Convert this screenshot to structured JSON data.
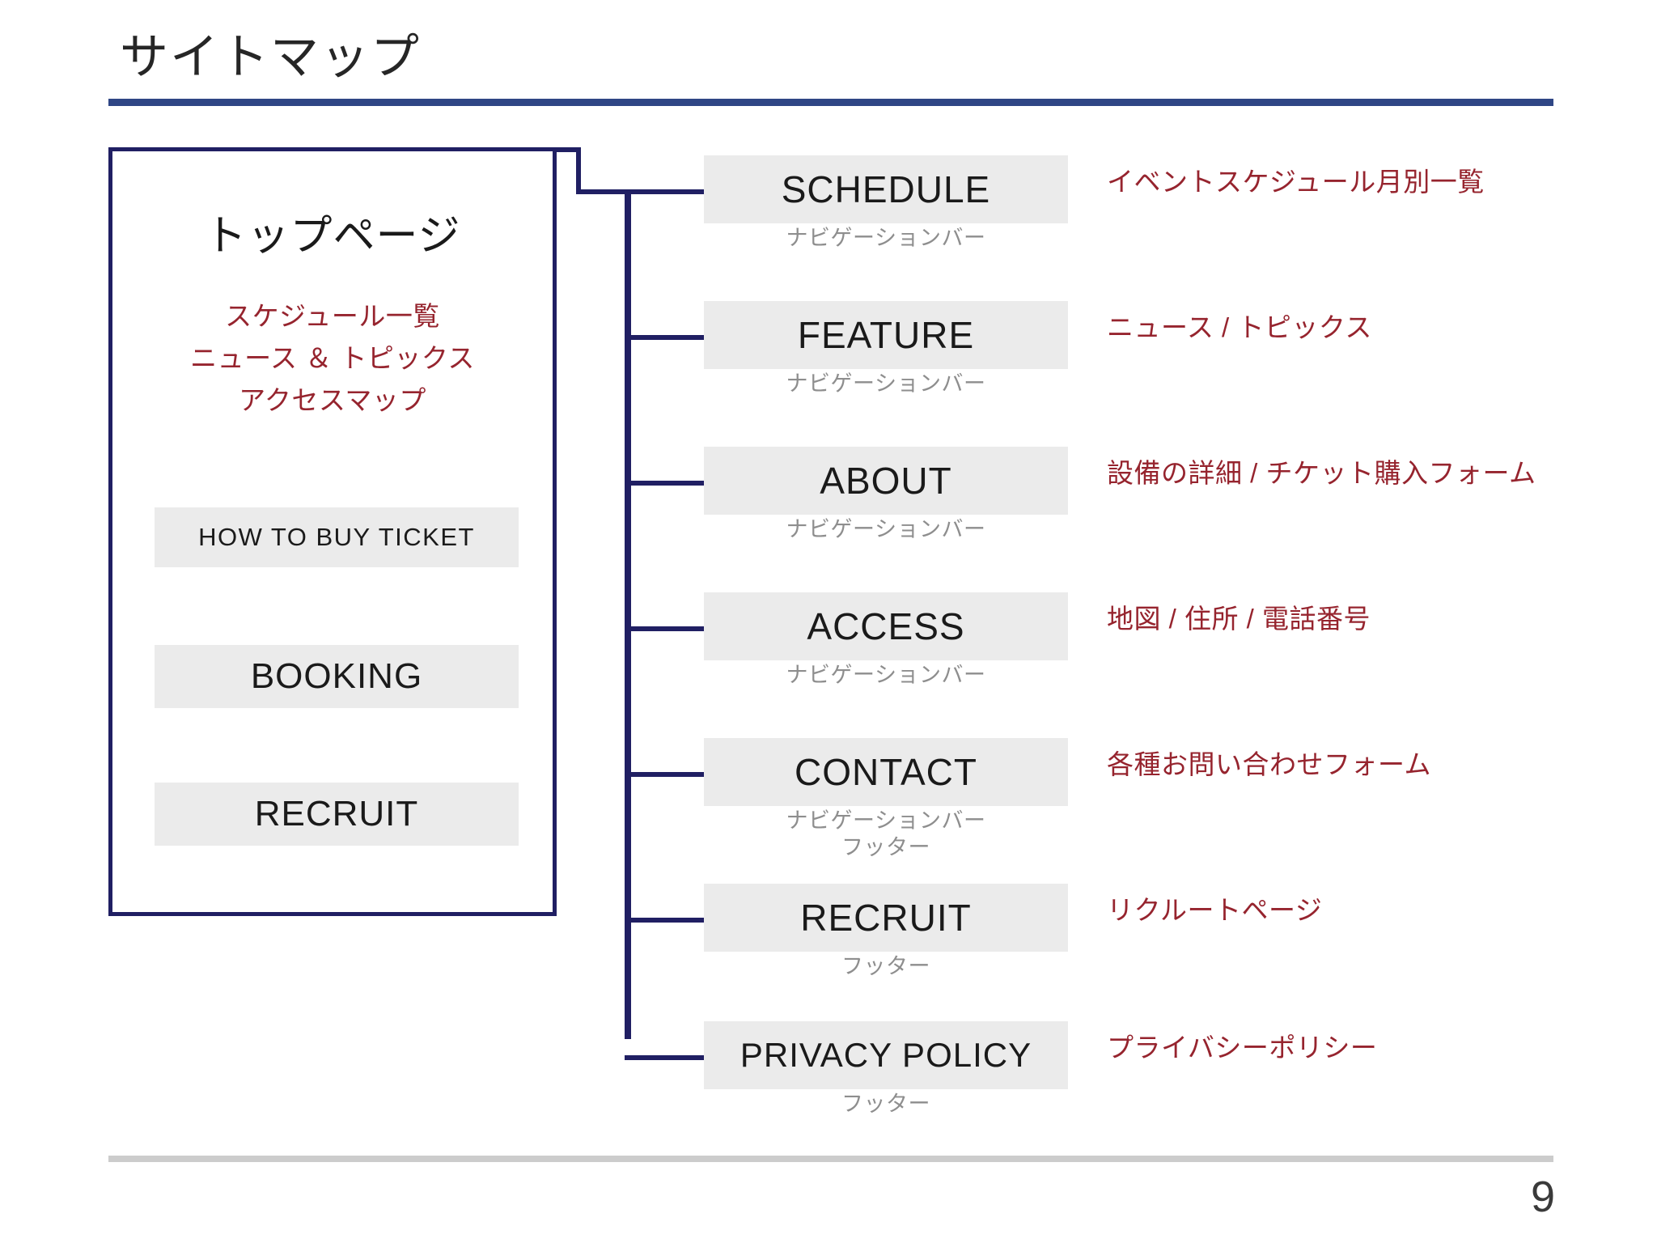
{
  "slide": {
    "title": "サイトマップ",
    "page_number": "9",
    "colors": {
      "title_rule": "#2f4685",
      "tree_line": "#201f63",
      "box_fill": "#ebebeb",
      "annotation_red": "#96242e",
      "sublabel_gray": "#8e8e8e",
      "footer_rule": "#cccccc"
    }
  },
  "top_page": {
    "title": "トップページ",
    "links": [
      "スケジュール一覧",
      "ニュース ＆ トピックス",
      "アクセスマップ"
    ],
    "chips": [
      "HOW TO BUY TICKET",
      "BOOKING",
      "RECRUIT"
    ]
  },
  "nodes": [
    {
      "label": "SCHEDULE",
      "sublabels": [
        "ナビゲーションバー"
      ],
      "note": "イベントスケジュール月別一覧"
    },
    {
      "label": "FEATURE",
      "sublabels": [
        "ナビゲーションバー"
      ],
      "note": "ニュース / トピックス"
    },
    {
      "label": "ABOUT",
      "sublabels": [
        "ナビゲーションバー"
      ],
      "note": "設備の詳細 / チケット購入フォーム"
    },
    {
      "label": "ACCESS",
      "sublabels": [
        "ナビゲーションバー"
      ],
      "note": "地図 / 住所 / 電話番号"
    },
    {
      "label": "CONTACT",
      "sublabels": [
        "ナビゲーションバー",
        "フッター"
      ],
      "note": "各種お問い合わせフォーム"
    },
    {
      "label": "RECRUIT",
      "sublabels": [
        "フッター"
      ],
      "note": "リクルートページ"
    },
    {
      "label": "PRIVACY POLICY",
      "sublabels": [
        "フッター"
      ],
      "note": "プライバシーポリシー"
    }
  ]
}
